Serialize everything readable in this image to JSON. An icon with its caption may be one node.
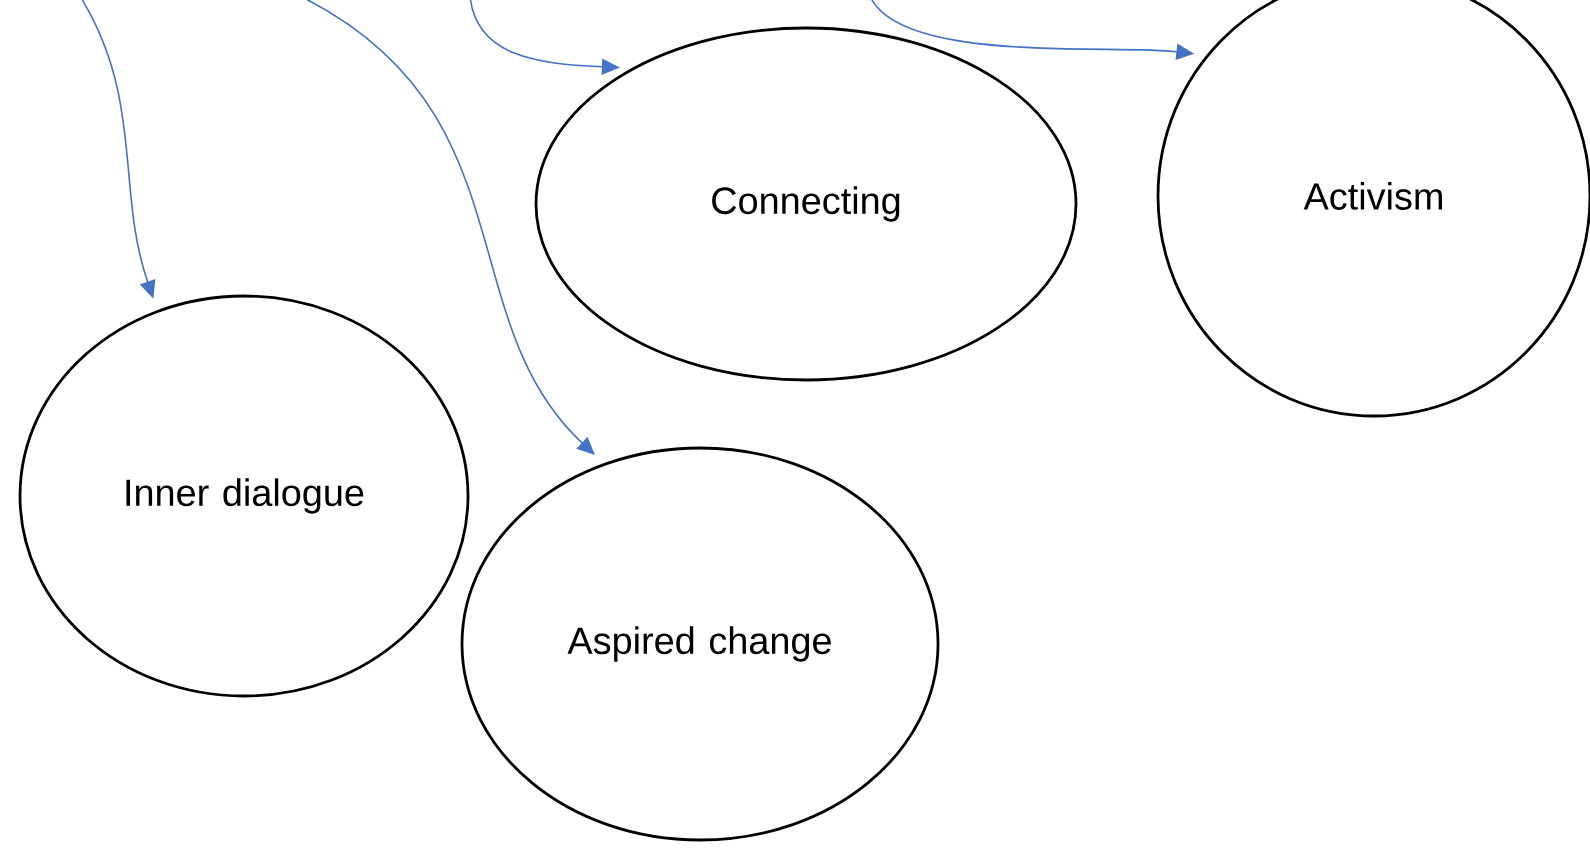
{
  "diagram": {
    "nodes": [
      {
        "text": [
          "Connecting"
        ]
      },
      {
        "text": [
          "Activism"
        ]
      },
      {
        "text": [
          "Inner dialogue"
        ]
      },
      {
        "text": [
          "Aspired change"
        ]
      }
    ],
    "edges": [
      {
        "from": null,
        "to": 2,
        "arrow": "to"
      },
      {
        "from": null,
        "to": 3,
        "arrow": "to"
      },
      {
        "from": null,
        "to": 0,
        "arrow": "to"
      },
      {
        "from": null,
        "to": 1,
        "arrow": "to"
      }
    ]
  }
}
